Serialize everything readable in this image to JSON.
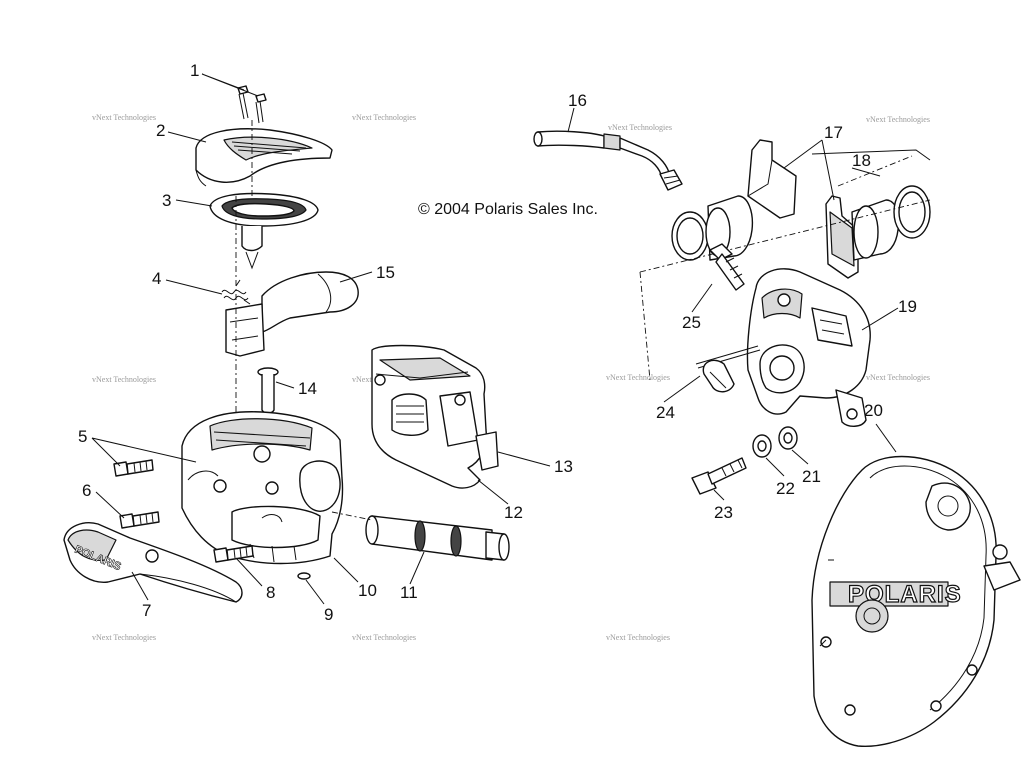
{
  "copyright": "© 2004 Polaris Sales Inc.",
  "watermark_text": "vNext Technologies",
  "brand_mark": "POLARIS",
  "callouts": {
    "c1": "1",
    "c2": "2",
    "c3": "3",
    "c4": "4",
    "c5": "5",
    "c6": "6",
    "c7": "7",
    "c8": "8",
    "c9": "9",
    "c10": "10",
    "c11": "11",
    "c12": "12",
    "c13": "13",
    "c14": "14",
    "c15": "15",
    "c16": "16",
    "c17": "17",
    "c18": "18",
    "c19": "19",
    "c20": "20",
    "c21": "21",
    "c22": "22",
    "c23": "23",
    "c24": "24",
    "c25": "25"
  },
  "colors": {
    "line": "#111111",
    "watermark": "#9a9a9a",
    "background": "#ffffff"
  }
}
